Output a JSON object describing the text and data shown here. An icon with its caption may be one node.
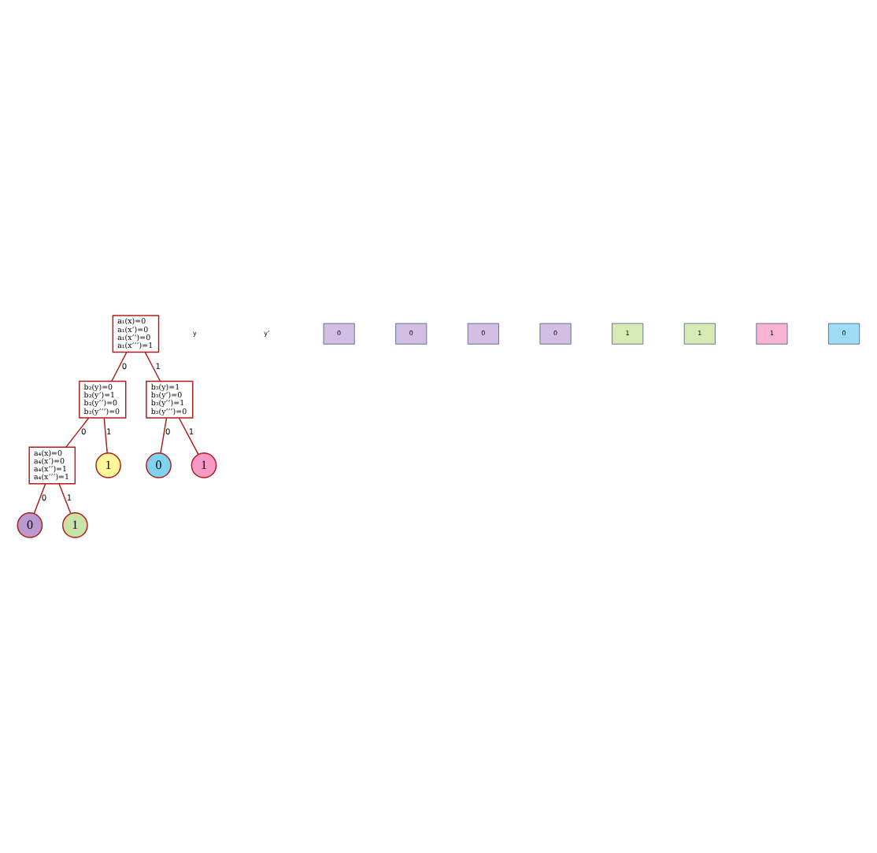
{
  "diagram": {
    "nodes": [
      {
        "text": [
          "a₁(x)=0 a₁(x’)=0 a₁(x’’)=0 a₁(x’’’)=1"
        ]
      },
      {
        "text": [
          "b₂(y)=0 b₂(y’)=1 b₂(y’’)=0 b₂(y’’’)=0"
        ]
      },
      {
        "text": [
          "b₃(y)=1 b₃(y’)=0 b₃(y’’)=1 b₃(y’’’)=0"
        ]
      },
      {
        "text": [
          "a₄(x)=0 a₄(x’)=0 a₄(x’’)=1 a₄(x’’’)=1"
        ]
      },
      {
        "text": [
          "1"
        ]
      },
      {
        "text": [
          "0"
        ]
      },
      {
        "text": [
          "1"
        ]
      },
      {
        "text": [
          "0"
        ]
      },
      {
        "text": [
          "1"
        ]
      }
    ],
    "edges": [
      {
        "from": 0,
        "to": 1,
        "arrow": "none",
        "label": "0"
      },
      {
        "from": 0,
        "to": 2,
        "arrow": "none",
        "label": "1"
      },
      {
        "from": 1,
        "to": 3,
        "arrow": "none",
        "label": "0"
      },
      {
        "from": 1,
        "to": 4,
        "arrow": "none",
        "label": "1"
      },
      {
        "from": 2,
        "to": 5,
        "arrow": "none",
        "label": "0"
      },
      {
        "from": 2,
        "to": 6,
        "arrow": "none",
        "label": "1"
      },
      {
        "from": 3,
        "to": 7,
        "arrow": "none",
        "label": "0"
      },
      {
        "from": 3,
        "to": 8,
        "arrow": "none",
        "label": "1"
      }
    ],
    "labels": [
      "y",
      "y’",
      "0",
      "0",
      "0",
      "0",
      "1",
      "1",
      "1",
      "0"
    ]
  }
}
